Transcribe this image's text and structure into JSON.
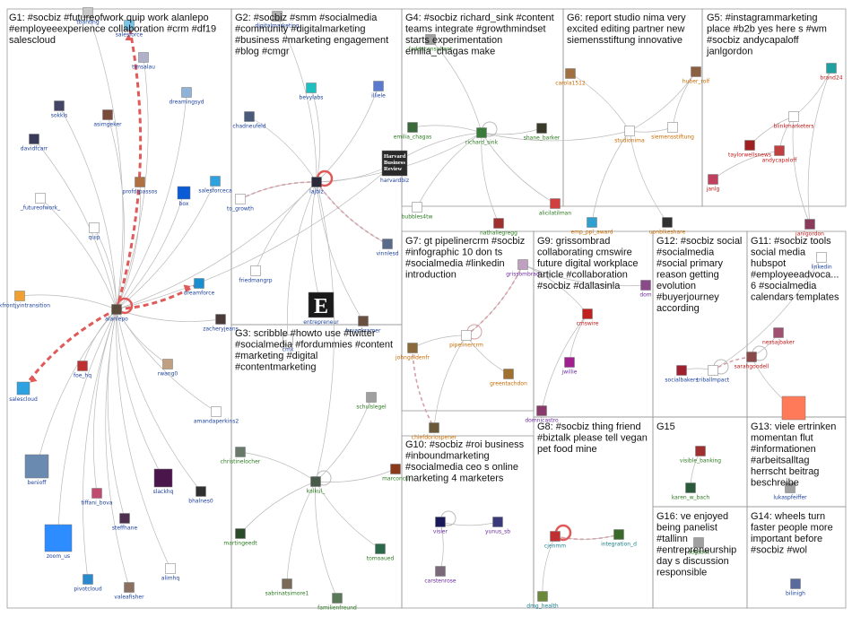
{
  "colors": {
    "edge": "#b9b9b9",
    "edge_red": "#e05a5a",
    "edge_pink": "#d6a0a8",
    "label_blue": "#1a3f9e",
    "label_green": "#2a7a1e",
    "label_orange": "#c76a00",
    "label_red": "#c21818",
    "label_purple": "#6a2a9e",
    "label_teal": "#1a7f8e"
  },
  "groups": [
    {
      "id": "G1",
      "lines": [
        "G1: #socbiz #futureofwork quip work alanlepo",
        "#employeeexperience collaboration #crm #df19",
        "salescloud"
      ]
    },
    {
      "id": "G2",
      "lines": [
        "G2: #socbiz #smm #socialmedia",
        "#community #digitalmarketing",
        "#business #marketing engagement",
        "#blog #cmgr"
      ]
    },
    {
      "id": "G4",
      "lines": [
        "G4: #socbiz richard_sink #content",
        "teams integrate #growthmindset",
        "starts experimentation",
        "emilia_chagas make"
      ]
    },
    {
      "id": "G6",
      "lines": [
        "G6: report studio nima very",
        "excited editing partner new",
        "siemensstiftung innovative"
      ]
    },
    {
      "id": "G5",
      "lines": [
        "G5: #instagrammarketing",
        "place #b2b yes here s #wm",
        "#socbiz andycapaloff",
        "janlgordon"
      ]
    },
    {
      "id": "G7",
      "lines": [
        "G7: gt pipelinercrm #socbiz",
        "#infographic 10 don ts",
        "#socialmedia #linkedin",
        "introduction"
      ]
    },
    {
      "id": "G9",
      "lines": [
        "G9: grissombrad",
        "collaborating cmswire",
        "future digital workplace",
        "article #collaboration",
        "#socbiz #dallasinla"
      ]
    },
    {
      "id": "G12",
      "lines": [
        "G12: #socbiz social",
        "#socialmedia",
        "#social primary",
        "reason getting",
        "evolution",
        "#buyerjourney",
        "according"
      ]
    },
    {
      "id": "G11",
      "lines": [
        "G11: #socbiz tools",
        "social media",
        "hubspot",
        "#employeeadvoca...",
        "6 #socialmedia",
        "calendars templates"
      ]
    },
    {
      "id": "G3",
      "lines": [
        "G3: scribble #howto use #twitter",
        "#socialmedia #fordummies #content",
        "#marketing #digital",
        "#contentmarketing"
      ]
    },
    {
      "id": "G8",
      "lines": [
        "G8: #socbiz thing friend",
        "#biztalk please tell vegan",
        "pet food mine"
      ]
    },
    {
      "id": "G10",
      "lines": [
        "G10: #socbiz #roi business",
        "#inboundmarketing",
        "#socialmedia ceo s online",
        "marketing 4 marketers"
      ]
    },
    {
      "id": "G15",
      "lines": [
        "G15"
      ]
    },
    {
      "id": "G13",
      "lines": [
        "G13: viele ertrinken",
        "momentan flut",
        "#informationen",
        "#arbeitsalltag",
        "herrscht beitrag",
        "beschreibe"
      ]
    },
    {
      "id": "G16",
      "lines": [
        "G16: ve enjoyed",
        "being panelist",
        "#tallinn",
        "#entrepreneurship",
        "day s discussion",
        "responsible"
      ]
    },
    {
      "id": "G14",
      "lines": [
        "G14: wheels turn",
        "faster people more",
        "important before",
        "#socbiz #wol"
      ]
    }
  ],
  "nodes": [
    {
      "id": "tbanting",
      "label": "tbanting",
      "color": "#1a3f9e",
      "icon": "#c9c9c9"
    },
    {
      "id": "salesforce",
      "label": "salesforce",
      "color": "#1a3f9e",
      "icon": "#79c5ea"
    },
    {
      "id": "timsalau",
      "label": "timsalau",
      "color": "#1a3f9e",
      "icon": "#b0b0c8"
    },
    {
      "id": "sokkls",
      "label": "sokkls",
      "color": "#1a3f9e",
      "icon": "#444466"
    },
    {
      "id": "asimgeker",
      "label": "asimgeker",
      "color": "#1a3f9e",
      "icon": "#7a4b3a"
    },
    {
      "id": "dreamingsyd",
      "label": "dreamingsyd",
      "color": "#1a3f9e",
      "icon": "#8fb4d8"
    },
    {
      "id": "davidfcarr",
      "label": "davidfcarr",
      "color": "#1a3f9e",
      "icon": "#3a3a5a"
    },
    {
      "id": "profdrpassos",
      "label": "profdrpassos",
      "color": "#1a3f9e",
      "icon": "#b07040"
    },
    {
      "id": "_futureofwork_",
      "label": "_futureofwork_",
      "color": "#1a3f9e",
      "icon": "#ffffff"
    },
    {
      "id": "box",
      "label": "box",
      "color": "#1a3f9e",
      "icon": "#0a5bd6"
    },
    {
      "id": "salesforceca",
      "label": "salesforceca",
      "color": "#1a3f9e",
      "icon": "#2ea2e0"
    },
    {
      "id": "quip",
      "label": "quip",
      "color": "#1a3f9e",
      "icon": "#ffffff"
    },
    {
      "id": "workfrontjyintransition",
      "label": "workfrontjyintransition",
      "color": "#1a3f9e",
      "icon": "#f0a030"
    },
    {
      "id": "alanlepo",
      "label": "alanlepo",
      "color": "#1a3f9e",
      "icon": "#5a4a3a"
    },
    {
      "id": "dreamforce",
      "label": "dreamforce",
      "color": "#1a3f9e",
      "icon": "#1a8fd0"
    },
    {
      "id": "zacheryjeans",
      "label": "zacheryjeans",
      "color": "#1a3f9e",
      "icon": "#4a3a3a"
    },
    {
      "id": "salescloud",
      "label": "salescloud",
      "color": "#1a3f9e",
      "icon": "#2ea2e0"
    },
    {
      "id": "foe_hq",
      "label": "foe_hq",
      "color": "#1a3f9e",
      "icon": "#c03030"
    },
    {
      "id": "rwang0",
      "label": "rwang0",
      "color": "#1a3f9e",
      "icon": "#c0a080"
    },
    {
      "id": "amandaperkins2",
      "label": "amandaperkins2",
      "color": "#1a3f9e",
      "icon": "#ffffff"
    },
    {
      "id": "benioff",
      "label": "benioff",
      "color": "#1a3f9e",
      "icon": "#6a8ab0"
    },
    {
      "id": "tiffani_bova",
      "label": "tiffani_bova",
      "color": "#1a3f9e",
      "icon": "#c04a70"
    },
    {
      "id": "slackhq",
      "label": "slackhq",
      "color": "#1a3f9e",
      "icon": "#4a154b"
    },
    {
      "id": "bhalnes0",
      "label": "bhalnes0",
      "color": "#1a3f9e",
      "icon": "#303030"
    },
    {
      "id": "steffhane",
      "label": "steffhane",
      "color": "#1a3f9e",
      "icon": "#503050"
    },
    {
      "id": "zoom_us",
      "label": "zoom_us",
      "color": "#1a3f9e",
      "icon": "#2d8cff"
    },
    {
      "id": "alimhq",
      "label": "alimhq",
      "color": "#1a3f9e",
      "icon": "#ffffff"
    },
    {
      "id": "pivotcloud",
      "label": "pivotcloud",
      "color": "#1a3f9e",
      "icon": "#2a8ad0"
    },
    {
      "id": "valeafisher",
      "label": "valeafisher",
      "color": "#1a3f9e",
      "icon": "#8a7060"
    },
    {
      "id": "digitalmarketing",
      "label": "digitalmarketing",
      "color": "#1a3f9e",
      "icon": "#b0b0b0"
    },
    {
      "id": "bevylabs",
      "label": "bevylabs",
      "color": "#1a3f9e",
      "icon": "#20c0c0"
    },
    {
      "id": "illiele",
      "label": "illiele",
      "color": "#1a3f9e",
      "icon": "#5a7ad0"
    },
    {
      "id": "chadneufeld",
      "label": "chadneufeld",
      "color": "#1a3f9e",
      "icon": "#4a5a7a"
    },
    {
      "id": "lajblz",
      "label": "lajblz",
      "color": "#1a3f9e",
      "icon": "#2a2a3a"
    },
    {
      "id": "to_growth",
      "label": "to_growth",
      "color": "#1a3f9e",
      "icon": "#ffffff"
    },
    {
      "id": "harvardbiz",
      "label": "harvardbiz",
      "color": "#1a3f9e",
      "icon": "#2a2a2a"
    },
    {
      "id": "vinnlesd",
      "label": "vinnlesd",
      "color": "#1a3f9e",
      "icon": "#5a6a8a"
    },
    {
      "id": "friedmangrp",
      "label": "friedmangrp",
      "color": "#1a3f9e",
      "icon": "#ffffff"
    },
    {
      "id": "entrepreneur",
      "label": "entrepreneur",
      "color": "#1a3f9e",
      "icon": "#1a1a1a"
    },
    {
      "id": "bryankramer",
      "label": "bryankramer",
      "color": "#1a3f9e",
      "icon": "#6a5040"
    },
    {
      "id": "cmx",
      "label": "cmx",
      "color": "#1a3f9e",
      "icon": "#ffffff"
    },
    {
      "id": "fadenconsultant",
      "label": "fadenconsultant",
      "color": "#2a7a1e",
      "icon": "#a0a0a0"
    },
    {
      "id": "emilia_chagas",
      "label": "emilia_chagas",
      "color": "#2a7a1e",
      "icon": "#3a6a3a"
    },
    {
      "id": "richard_sink",
      "label": "richard_sink",
      "color": "#2a7a1e",
      "icon": "#3a7a3a"
    },
    {
      "id": "shane_barker",
      "label": "shane_barker",
      "color": "#2a7a1e",
      "icon": "#3a3a2a"
    },
    {
      "id": "bubbles4tw",
      "label": "bubbles4tw",
      "color": "#2a7a1e",
      "icon": "#ffffff"
    },
    {
      "id": "nathaliegregg",
      "label": "nathaliegregg",
      "color": "#2a7a1e",
      "icon": "#a03030"
    },
    {
      "id": "alicilatilman",
      "label": "alicilatilman",
      "color": "#2a7a1e",
      "icon": "#d04040"
    },
    {
      "id": "carola1512",
      "label": "carola1512",
      "color": "#c76a00",
      "icon": "#a07040"
    },
    {
      "id": "huber_rolf",
      "label": "huber_rolf",
      "color": "#c76a00",
      "icon": "#8a6040"
    },
    {
      "id": "studionima",
      "label": "studionima",
      "color": "#c76a00",
      "icon": "#ffffff"
    },
    {
      "id": "siemensstiftung",
      "label": "siemensstiftung",
      "color": "#c76a00",
      "icon": "#ffffff"
    },
    {
      "id": "emp_ppl_award",
      "label": "emp_ppl_award",
      "color": "#c76a00",
      "icon": "#30a0d0"
    },
    {
      "id": "uonblkeshare",
      "label": "uonblkeshare",
      "color": "#c76a00",
      "icon": "#303030"
    },
    {
      "id": "brand24",
      "label": "brand24",
      "color": "#c21818",
      "icon": "#20a0a0"
    },
    {
      "id": "blinkmarketers",
      "label": "blinkmarketers",
      "color": "#c21818",
      "icon": "#ffffff"
    },
    {
      "id": "taylorwellsnews",
      "label": "taylorwellsnews",
      "color": "#c21818",
      "icon": "#a02020"
    },
    {
      "id": "andycapaloff",
      "label": "andycapaloff",
      "color": "#c21818",
      "icon": "#c04040"
    },
    {
      "id": "janlg",
      "label": "janlg",
      "color": "#c21818",
      "icon": "#c04060"
    },
    {
      "id": "janlgordon",
      "label": "janlgordon",
      "color": "#c21818",
      "icon": "#8a3a5a"
    },
    {
      "id": "johngoldenfr",
      "label": "johngoldenfr",
      "color": "#c76a00",
      "icon": "#8a6a3a"
    },
    {
      "id": "pipelinercrm",
      "label": "pipelinercrm",
      "color": "#c76a00",
      "icon": "#ffffff"
    },
    {
      "id": "greentachdon",
      "label": "greentachdon",
      "color": "#c76a00",
      "icon": "#a07030"
    },
    {
      "id": "chiefdoriospener",
      "label": "chiefdoriospener",
      "color": "#c76a00",
      "icon": "#6a5a3a"
    },
    {
      "id": "grissombrad",
      "label": "grissombrad",
      "color": "#6a2a9e",
      "icon": "#c0a0c0"
    },
    {
      "id": "dom",
      "label": "dom",
      "color": "#6a2a9e",
      "icon": "#8a4a8a"
    },
    {
      "id": "cmswire",
      "label": "cmswire",
      "color": "#c21818",
      "icon": "#c02020"
    },
    {
      "id": "jwillie",
      "label": "jwillie",
      "color": "#6a2a9e",
      "icon": "#a02090"
    },
    {
      "id": "domnicastro",
      "label": "domnicastro",
      "color": "#6a2a9e",
      "icon": "#8a3a6a"
    },
    {
      "id": "socialbakers",
      "label": "socialbakers",
      "color": "#1a3f9e",
      "icon": "#a02030"
    },
    {
      "id": "triballmpact",
      "label": "triballmpact",
      "color": "#1a3f9e",
      "icon": "#ffffff"
    },
    {
      "id": "linkedin",
      "label": "linkedin",
      "color": "#1a3f9e",
      "icon": "#ffffff"
    },
    {
      "id": "nessajbaker",
      "label": "nessajbaker",
      "color": "#c21818",
      "icon": "#a05070"
    },
    {
      "id": "sarahgoodell",
      "label": "sarahgoodell",
      "color": "#c21818",
      "icon": "#8a4a4a"
    },
    {
      "id": "hubspot",
      "label": "",
      "color": "#c21818",
      "icon": "#ff7a59"
    },
    {
      "id": "schulslegel",
      "label": "schulslegel",
      "color": "#2a7a1e",
      "icon": "#a0a0a0"
    },
    {
      "id": "christinelocher",
      "label": "christinelocher",
      "color": "#2a7a1e",
      "icon": "#6a7a6a"
    },
    {
      "id": "kalkul_",
      "label": "kalkul_",
      "color": "#2a7a1e",
      "icon": "#4a5a4a"
    },
    {
      "id": "marconcu",
      "label": "marconcu",
      "color": "#2a7a1e",
      "icon": "#8a3a1a"
    },
    {
      "id": "martingeedt",
      "label": "martingeedt",
      "color": "#2a7a1e",
      "icon": "#2a4a2a"
    },
    {
      "id": "tomoaued",
      "label": "tomoaued",
      "color": "#2a7a1e",
      "icon": "#2a6a4a"
    },
    {
      "id": "sabrinatsimore1",
      "label": "sabrinatsimore1",
      "color": "#2a7a1e",
      "icon": "#7a6a5a"
    },
    {
      "id": "familienfreund",
      "label": "familienfreund",
      "color": "#2a7a1e",
      "icon": "#5a7a5a"
    },
    {
      "id": "visier",
      "label": "visier",
      "color": "#6a2a9e",
      "icon": "#1a1a5a"
    },
    {
      "id": "yunus_sb",
      "label": "yunus_sb",
      "color": "#6a2a9e",
      "icon": "#3a3a7a"
    },
    {
      "id": "carstenrose",
      "label": "carstenrose",
      "color": "#6a2a9e",
      "icon": "#7a6a7a"
    },
    {
      "id": "cjenmm",
      "label": "cjenmm",
      "color": "#1a7f8e",
      "icon": "#c03030"
    },
    {
      "id": "integration_d",
      "label": "integration_d",
      "color": "#1a7f8e",
      "icon": "#3a6a2a"
    },
    {
      "id": "dmg_health",
      "label": "dmg_health",
      "color": "#1a7f8e",
      "icon": "#6a8a3a"
    },
    {
      "id": "visible_banking",
      "label": "visible_banking",
      "color": "#2a7a1e",
      "icon": "#a03030"
    },
    {
      "id": "karen_w_bach",
      "label": "karen_w_bach",
      "color": "#2a7a1e",
      "icon": "#2a5a3a"
    },
    {
      "id": "lukaspfeiffer",
      "label": "lukaspfeiffer",
      "color": "#1a3f9e",
      "icon": "#a0a0a0"
    },
    {
      "id": "sdgsbot",
      "label": "sdgsbot",
      "color": "#2a7a1e",
      "icon": "#a0a0a0"
    },
    {
      "id": "bilinigh",
      "label": "bilinigh",
      "color": "#1a3f9e",
      "icon": "#5a6a9a"
    }
  ],
  "edges": [
    [
      "alanlepo",
      "salesforce"
    ],
    [
      "alanlepo",
      "tbanting"
    ],
    [
      "alanlepo",
      "timsalau"
    ],
    [
      "alanlepo",
      "sokkls"
    ],
    [
      "alanlepo",
      "asimgeker"
    ],
    [
      "alanlepo",
      "dreamingsyd"
    ],
    [
      "alanlepo",
      "davidfcarr"
    ],
    [
      "alanlepo",
      "profdrpassos"
    ],
    [
      "alanlepo",
      "_futureofwork_"
    ],
    [
      "alanlepo",
      "box"
    ],
    [
      "alanlepo",
      "salesforceca"
    ],
    [
      "alanlepo",
      "quip"
    ],
    [
      "alanlepo",
      "workfrontjyintransition"
    ],
    [
      "alanlepo",
      "dreamforce"
    ],
    [
      "alanlepo",
      "zacheryjeans"
    ],
    [
      "alanlepo",
      "salescloud"
    ],
    [
      "alanlepo",
      "foe_hq"
    ],
    [
      "alanlepo",
      "rwang0"
    ],
    [
      "alanlepo",
      "amandaperkins2"
    ],
    [
      "alanlepo",
      "benioff"
    ],
    [
      "alanlepo",
      "tiffani_bova"
    ],
    [
      "alanlepo",
      "slackhq"
    ],
    [
      "alanlepo",
      "bhalnes0"
    ],
    [
      "alanlepo",
      "steffhane"
    ],
    [
      "alanlepo",
      "zoom_us"
    ],
    [
      "alanlepo",
      "alimhq"
    ],
    [
      "alanlepo",
      "pivotcloud"
    ],
    [
      "alanlepo",
      "valeafisher"
    ],
    [
      "alanlepo",
      "lajblz"
    ],
    [
      "alanlepo",
      "harvardbiz"
    ],
    [
      "lajblz",
      "digitalmarketing"
    ],
    [
      "lajblz",
      "bevylabs"
    ],
    [
      "lajblz",
      "illiele"
    ],
    [
      "lajblz",
      "chadneufeld"
    ],
    [
      "lajblz",
      "to_growth"
    ],
    [
      "lajblz",
      "harvardbiz"
    ],
    [
      "lajblz",
      "vinnlesd"
    ],
    [
      "lajblz",
      "friedmangrp"
    ],
    [
      "lajblz",
      "entrepreneur"
    ],
    [
      "lajblz",
      "bryankramer"
    ],
    [
      "lajblz",
      "cmx"
    ],
    [
      "lajblz",
      "richard_sink"
    ],
    [
      "richard_sink",
      "fadenconsultant"
    ],
    [
      "richard_sink",
      "emilia_chagas"
    ],
    [
      "richard_sink",
      "shane_barker"
    ],
    [
      "richard_sink",
      "bubbles4tw"
    ],
    [
      "richard_sink",
      "nathaliegregg"
    ],
    [
      "richard_sink",
      "alicilatilman"
    ],
    [
      "richard_sink",
      "studionima"
    ],
    [
      "richard_sink",
      "harvardbiz"
    ],
    [
      "studionima",
      "carola1512"
    ],
    [
      "studionima",
      "huber_rolf"
    ],
    [
      "studionima",
      "siemensstiftung"
    ],
    [
      "studionima",
      "emp_ppl_award"
    ],
    [
      "studionima",
      "uonblkeshare"
    ],
    [
      "huber_rolf",
      "siemensstiftung"
    ],
    [
      "blinkmarketers",
      "brand24"
    ],
    [
      "blinkmarketers",
      "taylorwellsnews"
    ],
    [
      "blinkmarketers",
      "andycapaloff"
    ],
    [
      "andycapaloff",
      "janlg"
    ],
    [
      "blinkmarketers",
      "janlgordon"
    ],
    [
      "brand24",
      "janlgordon"
    ],
    [
      "pipelinercrm",
      "johngoldenfr"
    ],
    [
      "pipelinercrm",
      "greentachdon"
    ],
    [
      "pipelinercrm",
      "chiefdoriospener"
    ],
    [
      "pipelinercrm",
      "grissombrad"
    ],
    [
      "cmswire",
      "grissombrad"
    ],
    [
      "cmswire",
      "jwillie"
    ],
    [
      "cmswire",
      "domnicastro"
    ],
    [
      "grissombrad",
      "dom"
    ],
    [
      "triballmpact",
      "socialbakers"
    ],
    [
      "triballmpact",
      "linkedin"
    ],
    [
      "sarahgoodell",
      "nessajbaker"
    ],
    [
      "sarahgoodell",
      "hubspot"
    ],
    [
      "kalkul_",
      "schulslegel"
    ],
    [
      "kalkul_",
      "christinelocher"
    ],
    [
      "kalkul_",
      "marconcu"
    ],
    [
      "kalkul_",
      "martingeedt"
    ],
    [
      "kalkul_",
      "tomoaued"
    ],
    [
      "kalkul_",
      "sabrinatsimore1"
    ],
    [
      "kalkul_",
      "familienfreund"
    ],
    [
      "kalkul_",
      "lajblz"
    ],
    [
      "cjenmm",
      "integration_d"
    ],
    [
      "cjenmm",
      "dmg_health"
    ],
    [
      "visible_banking",
      "karen_w_bach"
    ],
    [
      "visier",
      "yunus_sb"
    ],
    [
      "carstenrose",
      "visier"
    ]
  ],
  "red_edges": [
    [
      "alanlepo",
      "salesforce"
    ],
    [
      "alanlepo",
      "salescloud"
    ],
    [
      "alanlepo",
      "dreamforce"
    ]
  ],
  "pink_edges": [
    [
      "lajblz",
      "to_growth"
    ],
    [
      "lajblz",
      "vinnlesd"
    ],
    [
      "pipelinercrm",
      "grissombrad"
    ],
    [
      "johngoldenfr",
      "chiefdoriospener"
    ],
    [
      "cjenmm",
      "integration_d"
    ],
    [
      "sarahgoodell",
      "triballmpact"
    ]
  ],
  "texts": {
    "harvard_logo": [
      "Harvard",
      "Business",
      "Review"
    ],
    "entrepreneur_logo": "E"
  }
}
